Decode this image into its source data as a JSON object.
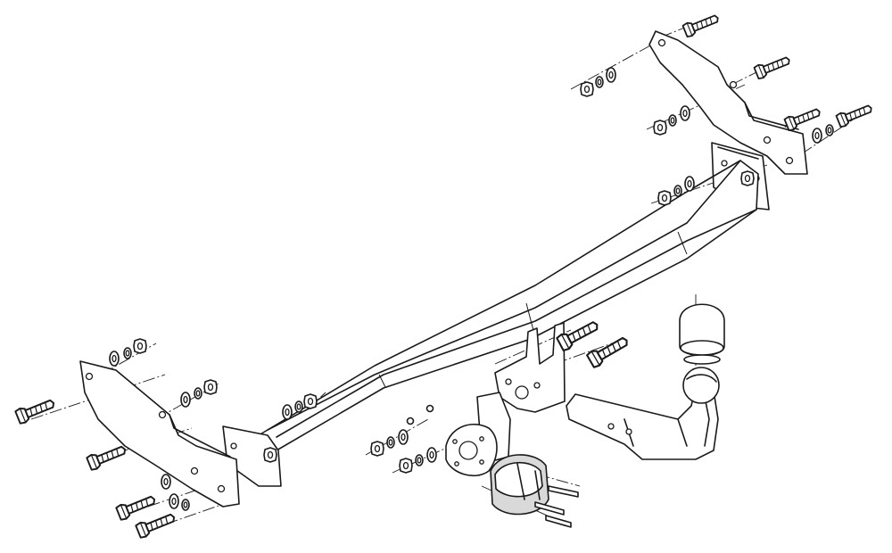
{
  "diagram": {
    "kind": "exploded-assembly",
    "colors": {
      "stroke": "#1a1a1a",
      "background": "#ffffff",
      "shade": "#d9d9d9"
    },
    "parts": [
      "left-mounting-bracket",
      "right-mounting-bracket",
      "main-cross-beam",
      "tow-ball-neck",
      "tow-ball-cover-cap",
      "socket-mounting-plate",
      "electrical-socket",
      "center-neck-bracket"
    ],
    "fastener_groups": [
      "left-bracket-bolts",
      "left-bracket-nuts-washers",
      "right-bracket-bolts",
      "right-bracket-nuts-washers",
      "center-bolts",
      "socket-screws",
      "beam-end-nuts"
    ]
  }
}
